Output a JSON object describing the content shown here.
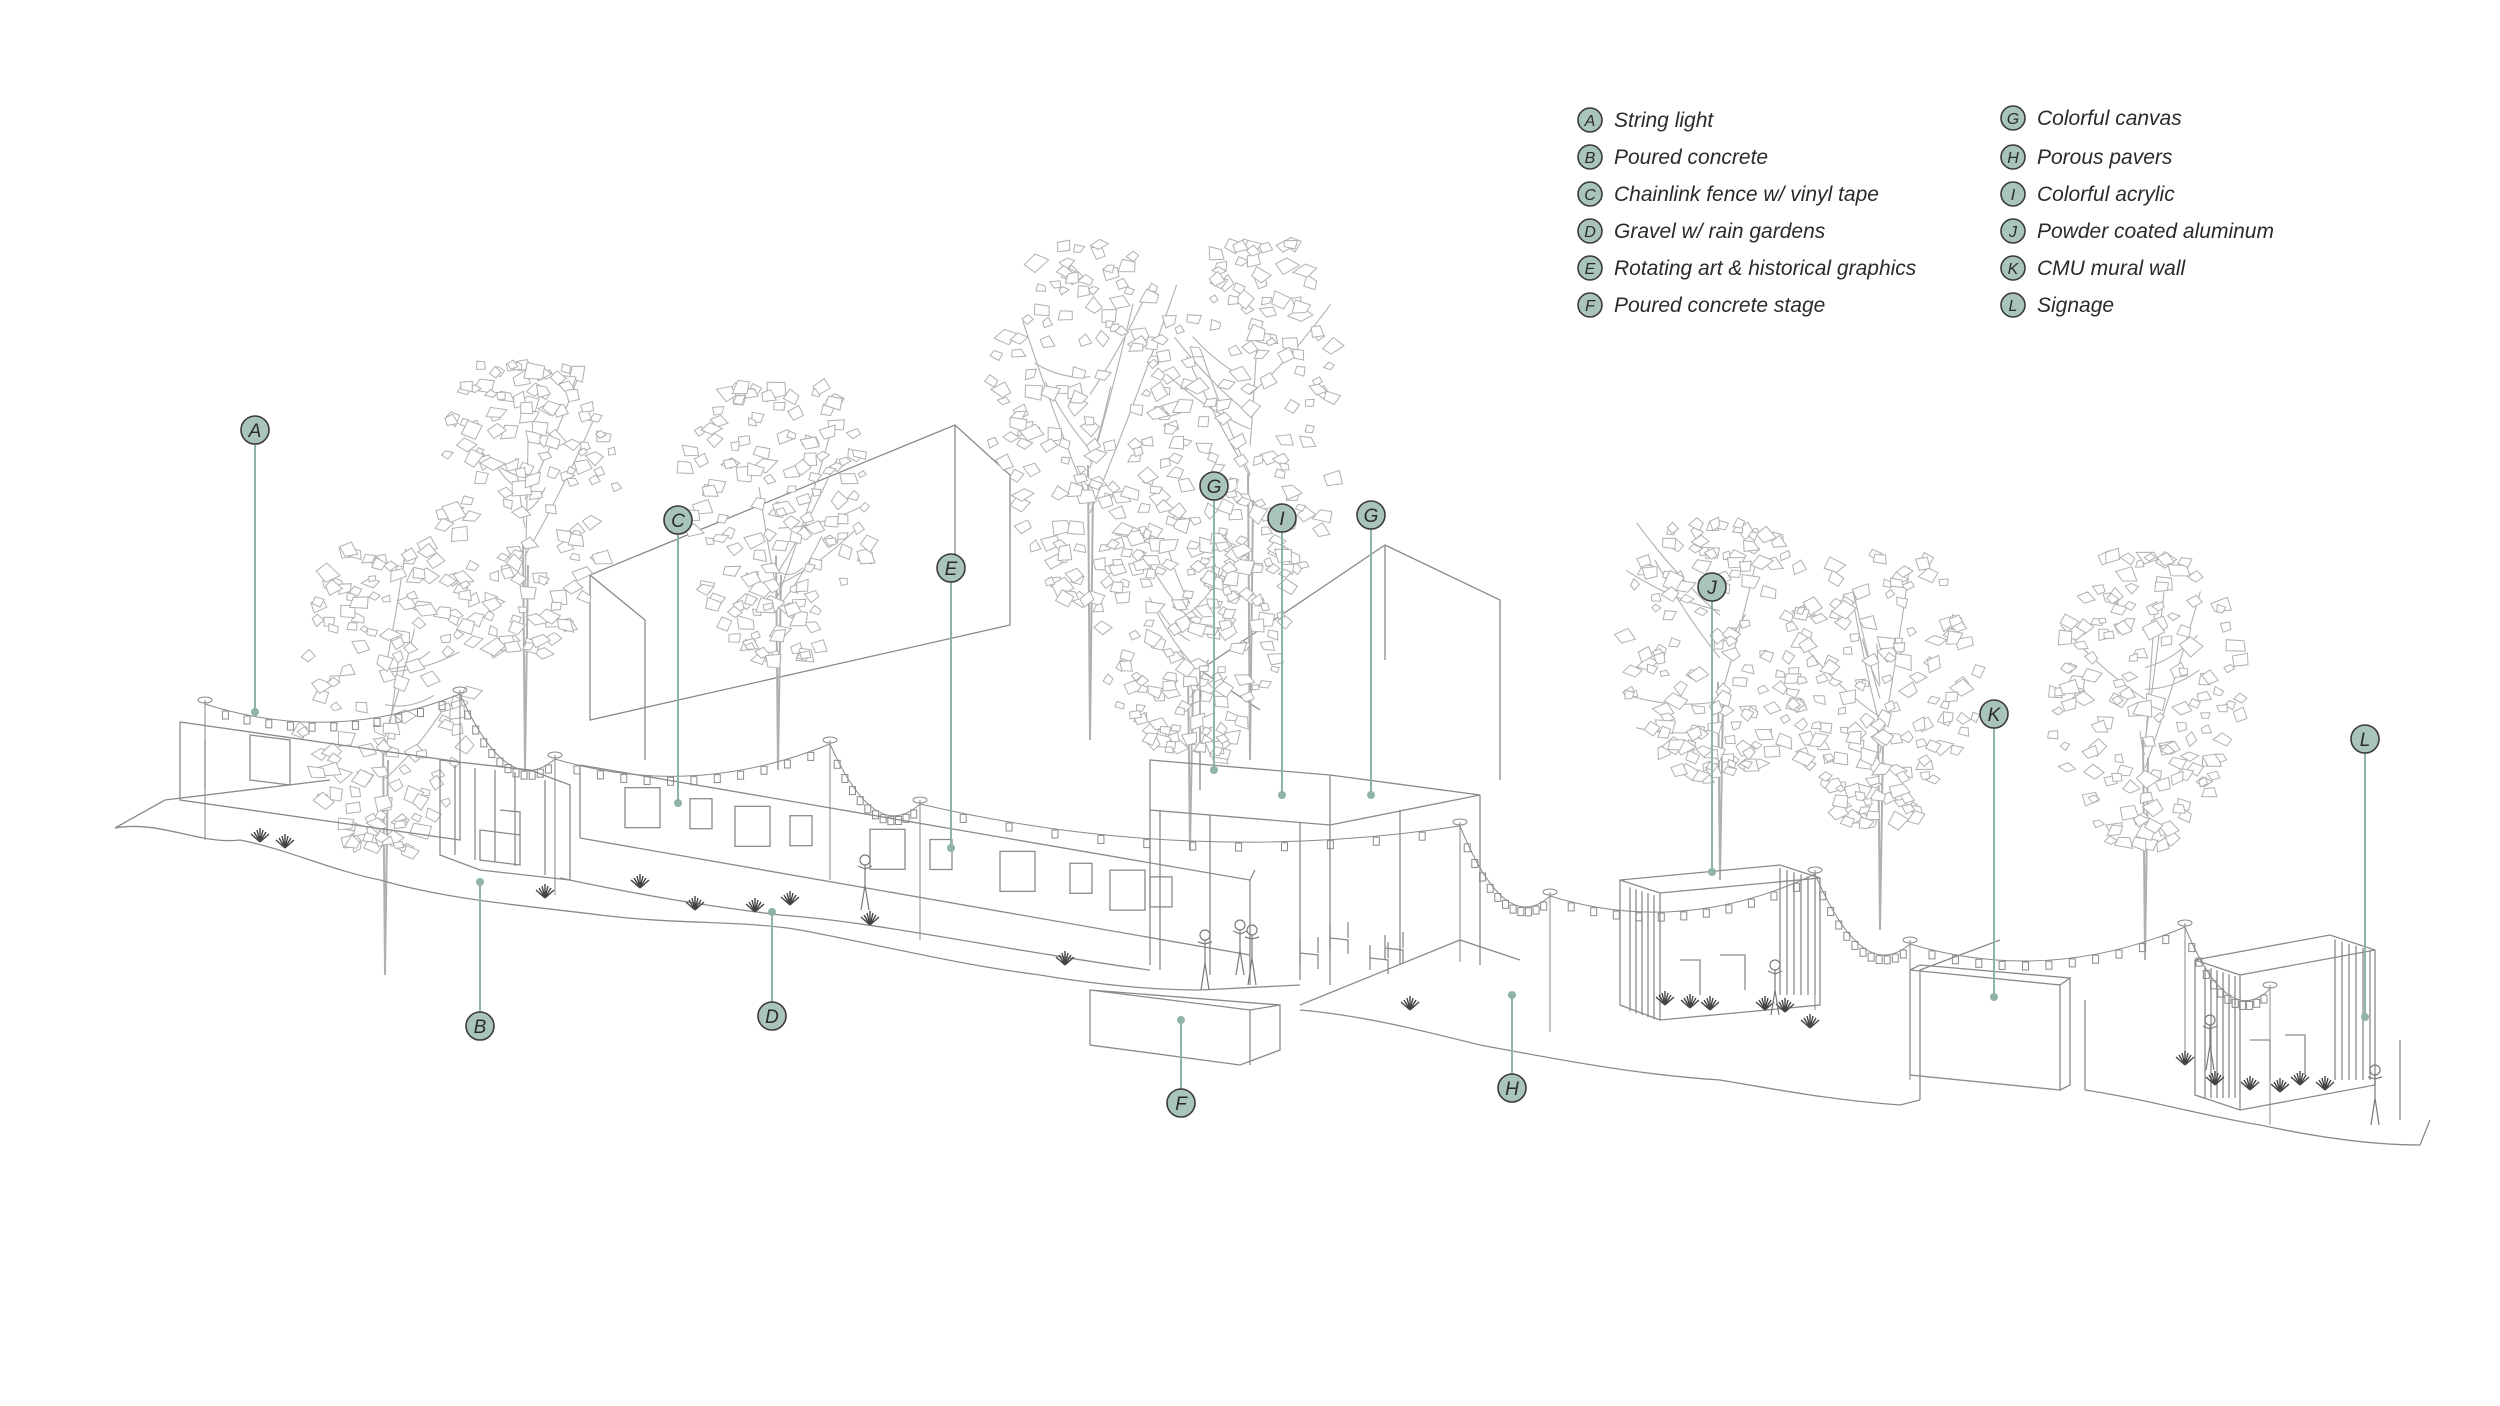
{
  "colors": {
    "marker_fill": "#a9c4bb",
    "marker_stroke": "#3a3a3a",
    "leader": "#8fb3a7",
    "linework": "#8a8a8a",
    "tree": "#b0b0b0",
    "plant": "#444444"
  },
  "legend": [
    {
      "letter": "A",
      "label": "String light"
    },
    {
      "letter": "B",
      "label": "Poured concrete"
    },
    {
      "letter": "C",
      "label": "Chainlink fence w/ vinyl tape"
    },
    {
      "letter": "D",
      "label": "Gravel w/ rain gardens"
    },
    {
      "letter": "E",
      "label": "Rotating art & historical graphics"
    },
    {
      "letter": "F",
      "label": "Poured concrete stage"
    },
    {
      "letter": "G",
      "label": "Colorful canvas"
    },
    {
      "letter": "H",
      "label": "Porous pavers"
    },
    {
      "letter": "I",
      "label": "Colorful acrylic"
    },
    {
      "letter": "J",
      "label": "Powder coated aluminum"
    },
    {
      "letter": "K",
      "label": "CMU mural wall"
    },
    {
      "letter": "L",
      "label": "Signage"
    }
  ],
  "markers": [
    "A",
    "B",
    "C",
    "D",
    "E",
    "F",
    "G",
    "G",
    "H",
    "I",
    "J",
    "K",
    "L"
  ]
}
